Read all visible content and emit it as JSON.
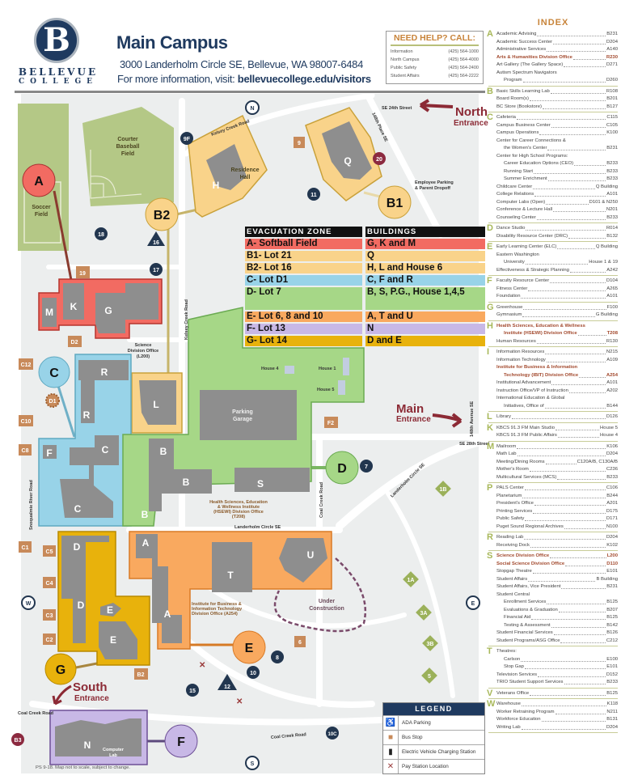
{
  "header": {
    "logo_letter": "B",
    "logo_word1": "BELLEVUE",
    "logo_word2": "COLLEGE",
    "title": "Main Campus",
    "address": "3000 Landerholm Circle SE, Bellevue, WA 98007-6484",
    "info_prefix": "For more information, visit: ",
    "info_url": "bellevuecollege.edu/visitors"
  },
  "help": {
    "title": "NEED HELP? CALL:",
    "rows": [
      {
        "name": "Information",
        "phone": "(425) 564-1000"
      },
      {
        "name": "North Campus",
        "phone": "(425) 564-4000"
      },
      {
        "name": "Public Safety",
        "phone": "(425) 564-2400"
      },
      {
        "name": "Student Affairs",
        "phone": "(425) 564-2222"
      }
    ]
  },
  "evacuation": {
    "header_zone": "EVACUATION ZONE",
    "header_buildings": "BUILDINGS",
    "rows": [
      {
        "zone": "A- Softball Field",
        "buildings": "G, K and M",
        "color": "#f26b62"
      },
      {
        "zone": "B1- Lot 21",
        "buildings": "Q",
        "color": "#f9d38a"
      },
      {
        "zone": "B2- Lot 16",
        "buildings": "H, L and House 6",
        "color": "#f9d38a"
      },
      {
        "zone": "C- Lot D1",
        "buildings": "C, F and R",
        "color": "#98d3e8"
      },
      {
        "zone": "D- Lot 7",
        "buildings": "B, S, P.G., House 1,4,5",
        "color": "#a6d787"
      },
      {
        "zone": "E- Lot 6, 8 and 10",
        "buildings": "A, T and U",
        "color": "#f9a95f"
      },
      {
        "zone": "F- Lot 13",
        "buildings": "N",
        "color": "#c8b8e6"
      },
      {
        "zone": "G- Lot 14",
        "buildings": "D and E",
        "color": "#e8b20c"
      }
    ]
  },
  "map": {
    "zones": {
      "A": "A",
      "B1": "B1",
      "B2": "B2",
      "C": "C",
      "D": "D",
      "E": "E",
      "F": "F",
      "G": "G"
    },
    "buildings": {
      "H": "H",
      "Q": "Q",
      "M": "M",
      "K": "K",
      "G": "G",
      "R": "R",
      "L": "L",
      "C": "C",
      "F": "F",
      "B": "B",
      "S": "S",
      "A": "A",
      "T": "T",
      "U": "U",
      "D": "D",
      "E": "E",
      "N": "N"
    },
    "labels": {
      "soccer1": "Soccer",
      "soccer2": "Field",
      "baseball1": "Courter",
      "baseball2": "Baseball",
      "baseball3": "Field",
      "residence1": "Residence",
      "residence2": "Hall",
      "employee1": "Employee Parking",
      "employee2": "& Parent Dropoff",
      "science1": "Science",
      "science2": "Division Office",
      "science3": "(L200)",
      "house4": "House 4",
      "house1": "House 1",
      "house5": "House 5",
      "garage1": "Parking",
      "garage2": "Garage",
      "hsewi1": "Health Sciences, Education",
      "hsewi2": "& Wellness Institute",
      "hsewi3": "(HSEWI) Division Office",
      "hsewi4": "(T208)",
      "ibit1": "Institute for Business &",
      "ibit2": "Information Technology",
      "ibit3": "Division Office (A254)",
      "under1": "Under",
      "under2": "Construction",
      "computer1": "Computer",
      "computer2": "Lab",
      "north1": "North",
      "north2": "Entrance",
      "main1": "Main",
      "main2": "Entrance",
      "south1": "South",
      "south2": "Entrance"
    },
    "roads": {
      "kelsey": "Kelsey Creek Road",
      "kelsey_v": "Kelsey Creek Road",
      "se24": "SE 24th Street",
      "place148": "148th Place SE",
      "ave148": "148th Avenue SE",
      "se28": "SE 28th Street",
      "landerholm1": "Landerholm Circle SE",
      "landerholm2": "Landerholm Circle SE",
      "coalcreek_v": "Coal Creek Road",
      "coalcreek_w": "Coal Creek Road",
      "coalcreek_s": "Coal Creek Road",
      "snoqualmie": "Snoqualmie River Road"
    },
    "compass": {
      "N": "N",
      "S": "S",
      "E": "E",
      "W": "W"
    },
    "lots": {
      "l18": "18",
      "l16": "16",
      "l17": "17",
      "l9F": "9F",
      "l11": "11",
      "l7": "7",
      "l8": "8",
      "l10": "10",
      "l15": "15",
      "l12": "12",
      "l10C": "10C",
      "l19": "19",
      "lD2": "D2",
      "lC12": "C12",
      "lC10": "C10",
      "lC8": "C8",
      "lC1": "C1",
      "lC5": "C5",
      "lC4": "C4",
      "lC3": "C3",
      "lC2": "C2",
      "lB2": "B2",
      "l9": "9",
      "lF2": "F2",
      "l6": "6",
      "l20": "20",
      "lB3": "B3",
      "lD1": "D1",
      "l1B": "1B",
      "l1A": "1A",
      "l3A": "3A",
      "l3B": "3B",
      "l5": "5"
    },
    "colors": {
      "red": "#f26b62",
      "tan": "#f9d38a",
      "blue": "#98d3e8",
      "green": "#a6d787",
      "orange": "#f9a95f",
      "purple": "#c8b8e6",
      "gold": "#e8b20c",
      "building": "#8e8e8e"
    }
  },
  "legend": {
    "title": "LEGEND",
    "items": [
      {
        "icon": "ada-parking-icon",
        "label": "ADA Parking"
      },
      {
        "icon": "bus-stop-icon",
        "label": "Bus Stop"
      },
      {
        "icon": "ev-charging-icon",
        "label": "Electric Vehicle Charging Station"
      },
      {
        "icon": "pay-station-icon",
        "label": "Pay Station Location"
      }
    ]
  },
  "footer": "PS 9-18. Map not to scale, subject to change.",
  "index": {
    "title": "INDEX",
    "sections": [
      {
        "letter": "A",
        "items": [
          {
            "t": "Academic Advising",
            "r": "B231"
          },
          {
            "t": "Academic Success Center",
            "r": "D204"
          },
          {
            "t": "Administrative Services",
            "r": "A140"
          },
          {
            "t": "Arts & Humanities Division Office",
            "r": "R230",
            "hl": true
          },
          {
            "t": "Art Gallery (The Gallery Space)",
            "r": "D271"
          },
          {
            "t": "Autism Spectrum Navigators",
            "r": ""
          },
          {
            "t": "Program",
            "r": "D260",
            "ind": true
          }
        ]
      },
      {
        "letter": "B",
        "items": [
          {
            "t": "Basic Skills Learning Lab",
            "r": "R108"
          },
          {
            "t": "Board Room(s)",
            "r": "B201"
          },
          {
            "t": "BC Store (Bookstore)",
            "r": "B127"
          }
        ]
      },
      {
        "letter": "C",
        "items": [
          {
            "t": "Cafeteria",
            "r": "C115"
          },
          {
            "t": "Campus Business Center",
            "r": "C105"
          },
          {
            "t": "Campus Operations",
            "r": "K100"
          },
          {
            "t": "Center for Career Connections &",
            "r": ""
          },
          {
            "t": "the Women's Center",
            "r": "B231",
            "ind": true
          },
          {
            "t": "Center for High School Programs:",
            "r": ""
          },
          {
            "t": "Career Education Options (CEO)",
            "r": "B233",
            "ind": true
          },
          {
            "t": "Running Start",
            "r": "B233",
            "ind": true
          },
          {
            "t": "Summer Enrichment",
            "r": "B233",
            "ind": true
          },
          {
            "t": "Childcare Center",
            "r": "Q Building"
          },
          {
            "t": "College Relations",
            "r": "A101"
          },
          {
            "t": "Computer Labs (Open)",
            "r": "D101 & N250"
          },
          {
            "t": "Conference & Lecture Hall",
            "r": "N201"
          },
          {
            "t": "Counseling Center",
            "r": "B233"
          }
        ]
      },
      {
        "letter": "D",
        "items": [
          {
            "t": "Dance Studio",
            "r": "R014"
          },
          {
            "t": "Disability Resource Center (DRC)",
            "r": "B132"
          }
        ]
      },
      {
        "letter": "E",
        "items": [
          {
            "t": "Early Learning Center (ELC)",
            "r": "Q Building"
          },
          {
            "t": "Eastern Washington",
            "r": ""
          },
          {
            "t": "University",
            "r": "House 1 & 19",
            "ind": true
          },
          {
            "t": "Effectiveness & Strategic Planning",
            "r": "A242"
          }
        ]
      },
      {
        "letter": "F",
        "items": [
          {
            "t": "Faculty Resource Center",
            "r": "D104"
          },
          {
            "t": "Fitness Center",
            "r": "A265"
          },
          {
            "t": "Foundation",
            "r": "A101"
          }
        ]
      },
      {
        "letter": "G",
        "items": [
          {
            "t": "Greenhouse",
            "r": "F100"
          },
          {
            "t": "Gymnasium",
            "r": "G Building"
          }
        ]
      },
      {
        "letter": "H",
        "items": [
          {
            "t": "Health Sciences, Education & Wellness",
            "r": "",
            "hl": true
          },
          {
            "t": "Institute (HSEWI) Division Office",
            "r": "T208",
            "hl": true,
            "ind": true
          },
          {
            "t": "Human Resources",
            "r": "R130"
          }
        ]
      },
      {
        "letter": "I",
        "items": [
          {
            "t": "Information Resources",
            "r": "N215"
          },
          {
            "t": "Information Technology",
            "r": "A109"
          },
          {
            "t": "Institute for Business & Information",
            "r": "",
            "hl": true
          },
          {
            "t": "Technology (IBIT) Division Office",
            "r": "A254",
            "hl": true,
            "ind": true
          },
          {
            "t": "Institutional Advancement",
            "r": "A101"
          },
          {
            "t": "Instruction Office/VP of Instruction",
            "r": "A202"
          },
          {
            "t": "International Education & Global",
            "r": ""
          },
          {
            "t": "Initiatives, Office of",
            "r": "B144",
            "ind": true
          }
        ]
      },
      {
        "letter": "L",
        "items": [
          {
            "t": "Library",
            "r": "D126"
          }
        ]
      },
      {
        "letter": "K",
        "items": [
          {
            "t": "KBCS 91.3 FM Main Studio",
            "r": "House 5"
          },
          {
            "t": "KBCS 91.3 FM Public Affairs",
            "r": "House 4"
          }
        ]
      },
      {
        "letter": "M",
        "items": [
          {
            "t": "Mailroom",
            "r": "K106"
          },
          {
            "t": "Math Lab",
            "r": "D204"
          },
          {
            "t": "Meeting/Dining Rooms",
            "r": "C120A/B, C130A/B"
          },
          {
            "t": "Mother's Room",
            "r": "C236"
          },
          {
            "t": "Multicultural Services (MCS)",
            "r": "B233"
          }
        ]
      },
      {
        "letter": "P",
        "items": [
          {
            "t": "PALS Center",
            "r": "C106"
          },
          {
            "t": "Planetarium",
            "r": "B244"
          },
          {
            "t": "President's Office",
            "r": "A201"
          },
          {
            "t": "Printing Services",
            "r": "D175"
          },
          {
            "t": "Public Safety",
            "r": "D171"
          },
          {
            "t": "Puget Sound Regional Archives",
            "r": "N100"
          }
        ]
      },
      {
        "letter": "R",
        "items": [
          {
            "t": "Reading Lab",
            "r": "D204"
          },
          {
            "t": "Receiving Dock",
            "r": "K102"
          }
        ]
      },
      {
        "letter": "S",
        "items": [
          {
            "t": "Science Division Office",
            "r": "L200",
            "hl": true
          },
          {
            "t": "Social Science Division Office",
            "r": "D110",
            "hl": true
          },
          {
            "t": "Stopgap Theatre",
            "r": "E101"
          },
          {
            "t": "Student Affairs",
            "r": "B Building"
          },
          {
            "t": "Student Affairs, Vice President",
            "r": "B231"
          },
          {
            "t": "Student Central",
            "r": ""
          },
          {
            "t": "Enrollment Services",
            "r": "B125",
            "ind": true
          },
          {
            "t": "Evaluations & Graduation",
            "r": "B207",
            "ind": true
          },
          {
            "t": "Financial Aid",
            "r": "B125",
            "ind": true
          },
          {
            "t": "Testing & Assessment",
            "r": "B142",
            "ind": true
          },
          {
            "t": "Student Financial Services",
            "r": "B126"
          },
          {
            "t": "Student Programs/ASG Office",
            "r": "C212"
          }
        ]
      },
      {
        "letter": "T",
        "items": [
          {
            "t": "Theatres:",
            "r": ""
          },
          {
            "t": "Carlson",
            "r": "E100",
            "ind": true
          },
          {
            "t": "Stop Gap",
            "r": "E101",
            "ind": true
          },
          {
            "t": "Television Services",
            "r": "D152"
          },
          {
            "t": "TRIO Student Support Services",
            "r": "B233"
          }
        ]
      },
      {
        "letter": "V",
        "items": [
          {
            "t": "Veterans Office",
            "r": "B125"
          }
        ]
      },
      {
        "letter": "W",
        "items": [
          {
            "t": "Warehouse",
            "r": "K118"
          },
          {
            "t": "Worker Retraining Program",
            "r": "N211"
          },
          {
            "t": "Workforce Education",
            "r": "B131"
          },
          {
            "t": "Writing Lab",
            "r": "D204"
          }
        ]
      }
    ]
  }
}
